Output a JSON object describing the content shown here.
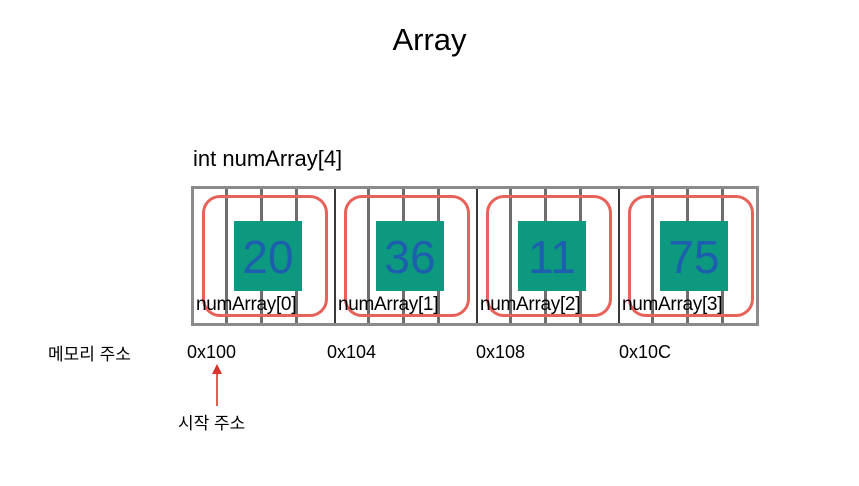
{
  "title": "Array",
  "declaration": "int numArray[4]",
  "elements": [
    {
      "value": "20",
      "label": "numArray[0]"
    },
    {
      "value": "36",
      "label": "numArray[1]"
    },
    {
      "value": "11",
      "label": "numArray[2]"
    },
    {
      "value": "75",
      "label": "numArray[3]"
    }
  ],
  "memory_label": "메모리 주소",
  "addresses": [
    "0x100",
    "0x104",
    "0x108",
    "0x10C"
  ],
  "start_label": "시작 주소",
  "colors": {
    "value_fill": "#0d9880",
    "value_text": "#1d5fae",
    "element_border": "#e8625a",
    "strip_border": "#8a8a8a",
    "arrow": "#d9342b"
  }
}
